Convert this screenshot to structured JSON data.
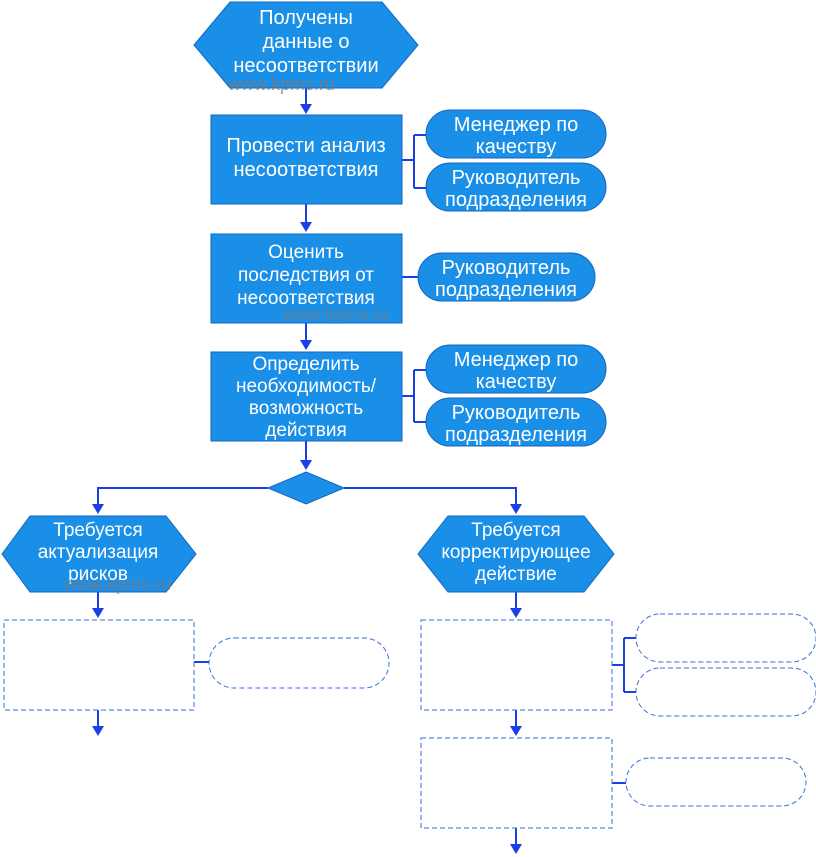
{
  "nodes": {
    "start": {
      "lines": [
        "Получены",
        "данные о",
        "несоответствии"
      ]
    },
    "analyze": {
      "lines": [
        "Провести анализ",
        "несоответствия"
      ]
    },
    "analyze_role_1": {
      "lines": [
        "Менеджер по",
        "качеству"
      ]
    },
    "analyze_role_2": {
      "lines": [
        "Руководитель",
        "подразделения"
      ]
    },
    "assess": {
      "lines": [
        "Оценить",
        "последствия от",
        "несоответствия"
      ]
    },
    "assess_role_1": {
      "lines": [
        "Руководитель",
        "подразделения"
      ]
    },
    "decide": {
      "lines": [
        "Определить",
        "необходимость/",
        "возможность",
        "действия"
      ]
    },
    "decide_role_1": {
      "lines": [
        "Менеджер по",
        "качеству"
      ]
    },
    "decide_role_2": {
      "lines": [
        "Руководитель",
        "подразделения"
      ]
    },
    "branch_left": {
      "lines": [
        "Требуется",
        "актуализация",
        "рисков"
      ]
    },
    "branch_right": {
      "lines": [
        "Требуется",
        "корректирующее",
        "действие"
      ]
    }
  },
  "watermark": "www.kpms.ru",
  "colors": {
    "shape_fill": "#1a8fe8",
    "connector": "#1b3fe6",
    "dashed_outline": "#3a6fe0",
    "text": "#ffffff"
  }
}
